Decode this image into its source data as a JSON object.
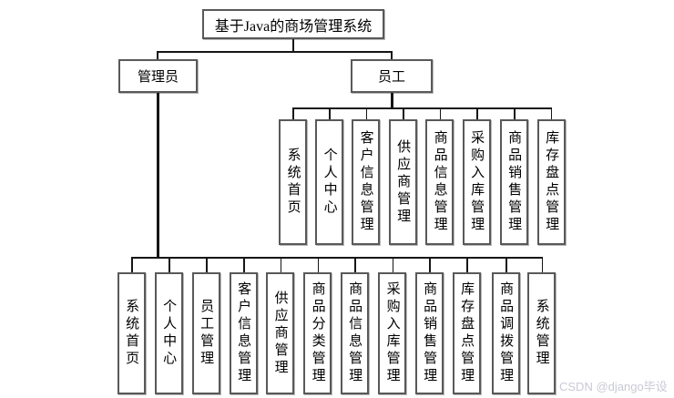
{
  "tree": {
    "root": {
      "label": "基于Java的商场管理系统"
    },
    "admin": {
      "label": "管理员",
      "children": [
        "系统首页",
        "个人中心",
        "员工管理",
        "客户信息管理",
        "供应商管理",
        "商品分类管理",
        "商品信息管理",
        "采购入库管理",
        "商品销售管理",
        "库存盘点管理",
        "商品调拨管理",
        "系统管理"
      ]
    },
    "employee": {
      "label": "员工",
      "children": [
        "系统首页",
        "个人中心",
        "客户信息管理",
        "供应商管理",
        "商品信息管理",
        "采购入库管理",
        "商品销售管理",
        "库存盘点管理"
      ]
    }
  },
  "watermark": {
    "text": "CSDN @django毕设"
  },
  "colors": {
    "background": "#ffffff",
    "box_border": "#595959",
    "connector": "#161616",
    "watermark": "#c9c9d6",
    "text": "#000000"
  }
}
